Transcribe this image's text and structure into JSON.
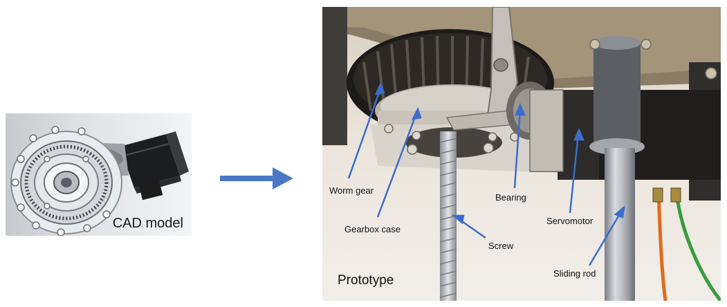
{
  "figure": {
    "cad": {
      "caption": "CAD model",
      "icon": "worm-gearbox-cad-render"
    },
    "arrow": {
      "icon": "right-arrow-icon",
      "color": "#4a78c6"
    },
    "prototype": {
      "caption": "Prototype",
      "labels": {
        "worm_gear": "Worm gear",
        "gearbox_case": "Gearbox case",
        "bearing": "Bearing",
        "servomotor": "Servomotor",
        "screw": "Screw",
        "sliding_rod": "Sliding rod"
      }
    },
    "colors": {
      "annotation_arrow": "#3c6ccb"
    }
  }
}
